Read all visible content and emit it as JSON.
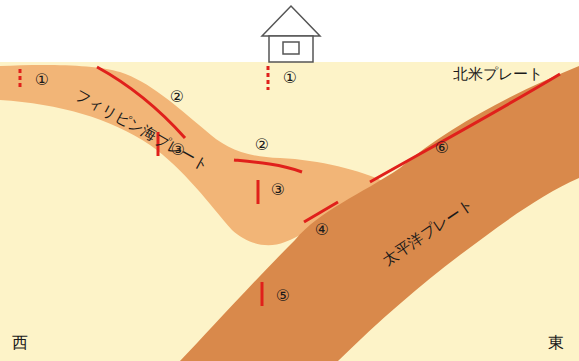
{
  "diagram": {
    "labels": [
      "①",
      "②",
      "③",
      "①",
      "②",
      "③",
      "④",
      "⑤",
      "⑥",
      "北米プレート",
      "フィリピン海プレート",
      "太平洋プレート",
      "西",
      "東"
    ]
  }
}
